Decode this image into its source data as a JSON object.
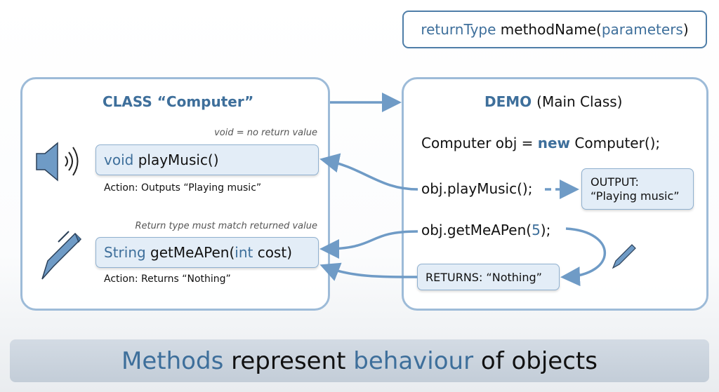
{
  "signature": {
    "return_type": "returnType",
    "method_name": "methodName(",
    "parameters": "parameters",
    "close": ")"
  },
  "class_panel": {
    "title": "CLASS “Computer”",
    "methods": [
      {
        "note": "void = no return value",
        "type": "void",
        "name": "playMusic()",
        "action": "Action: Outputs “Playing music”",
        "icon": "speaker-icon"
      },
      {
        "note": "Return type must match returned value",
        "type": "String",
        "name": "getMeAPen(",
        "param_type": "int",
        "param_rest": "cost)",
        "action": "Action: Returns “Nothing”",
        "icon": "pen-icon"
      }
    ]
  },
  "demo_panel": {
    "title_bold": "DEMO",
    "title_rest": "(Main Class)",
    "line1_a": "Computer obj = ",
    "line1_kw": "new",
    "line1_b": " Computer();",
    "line2": "obj.playMusic();",
    "line3_a": "obj.getMeAPen(",
    "line3_arg": "5",
    "line3_b": ");",
    "output_label": "OUTPUT:",
    "output_value": "“Playing music”",
    "returns": "RETURNS: “Nothing”"
  },
  "banner": {
    "w1": "Methods",
    "w2": " represent ",
    "w3": "behaviour",
    "w4": " of objects"
  },
  "colors": {
    "accent": "#3e6f9b",
    "border": "#9dbbd8",
    "box_fill": "#e3edf7",
    "arrow": "#6f9bc6"
  }
}
